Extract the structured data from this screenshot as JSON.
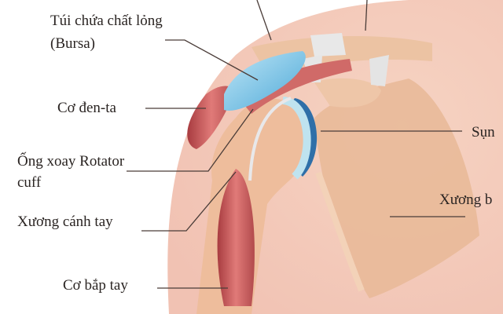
{
  "diagram": {
    "labels": {
      "bursa_line1": "Túi chứa chất lỏng",
      "bursa_line2": "(Bursa)",
      "deltoid": "Cơ đen-ta",
      "rotator_line1": "Ống xoay Rotator",
      "rotator_line2": "cuff",
      "humerus": "Xương cánh tay",
      "biceps": "Cơ bắp tay",
      "cartilage": "Sụn",
      "scapula_partial": "Xương b"
    },
    "colors": {
      "skin": "#f3c9b8",
      "bone": "#e8b895",
      "muscle": "#c95a5a",
      "bursa": "#7cc4e6",
      "cartilage": "#2f6fa8",
      "ligament": "#e6e6e6"
    }
  }
}
